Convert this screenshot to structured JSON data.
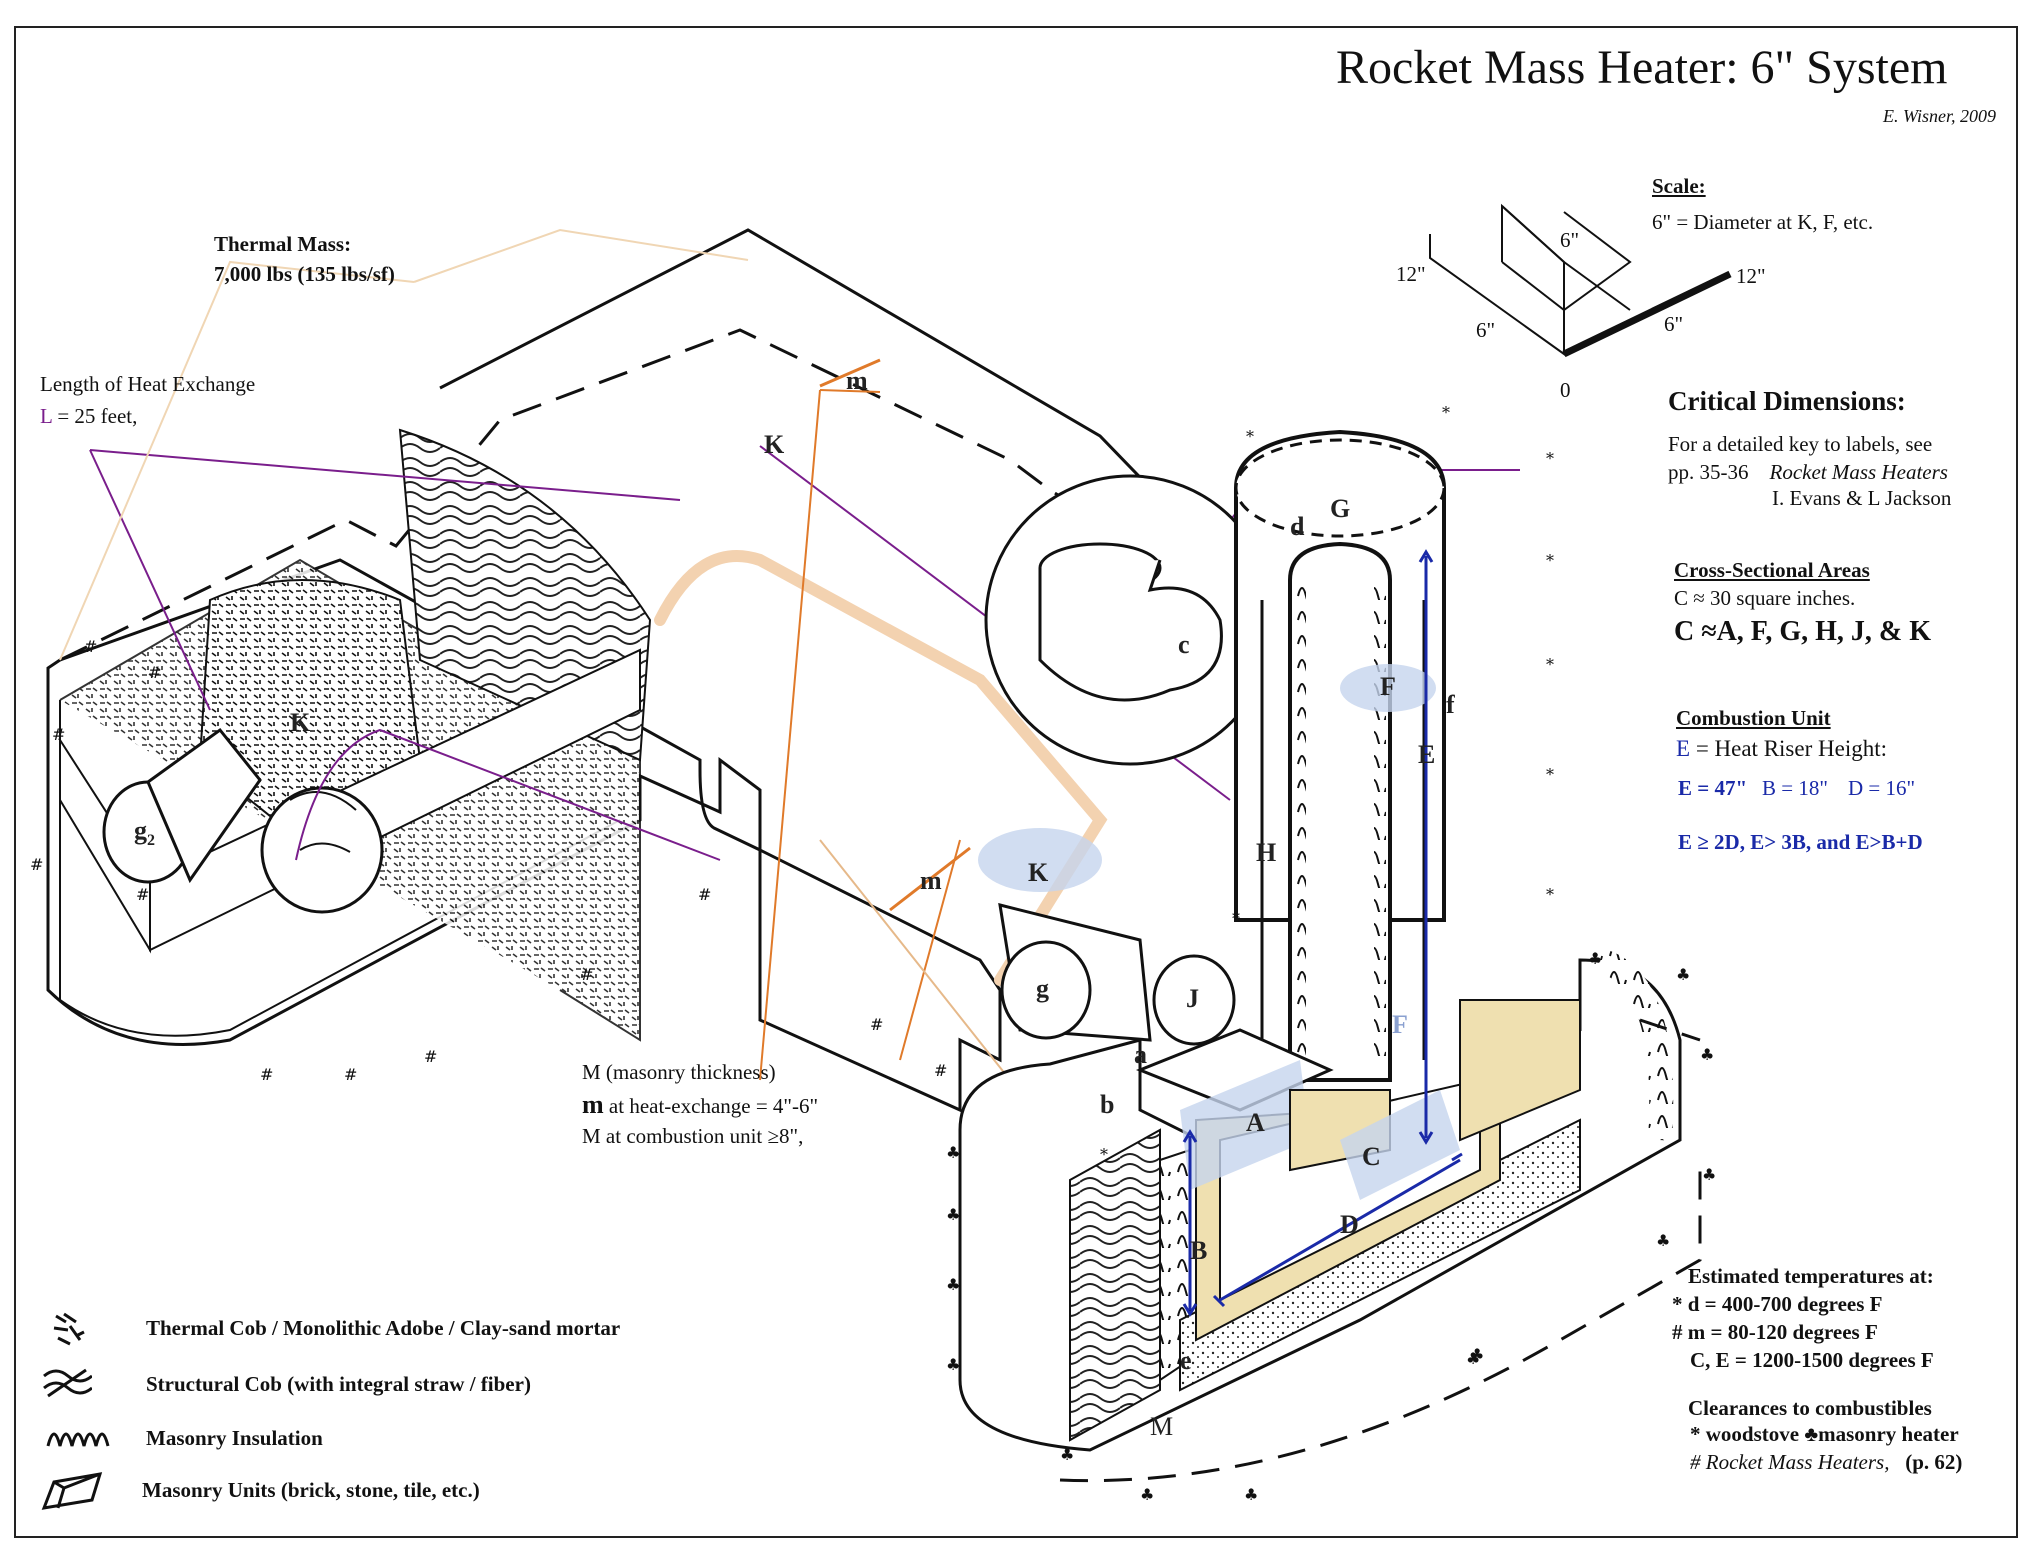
{
  "title": "Rocket Mass Heater: 6\" System",
  "author": "E. Wisner, 2009",
  "scale": {
    "heading": "Scale:",
    "note": "6\" = Diameter at K, F, etc.",
    "labels": [
      "6\"",
      "12\"",
      "6\"",
      "12\"",
      "6\"",
      "0"
    ]
  },
  "thermal_mass": {
    "heading": "Thermal Mass:",
    "value": "7,000 lbs (135 lbs/sf)"
  },
  "heat_exchange": {
    "heading": "Length of Heat Exchange",
    "L_label": "L",
    "value": "= 25 feet,"
  },
  "critical": {
    "heading": "Critical Dimensions:",
    "line1": "For a detailed key to labels, see",
    "line2_pages": "pp. 35-36",
    "line2_book": "Rocket Mass Heaters",
    "line3": "I. Evans & L Jackson"
  },
  "cross_section": {
    "heading": "Cross-Sectional Areas",
    "line1": "C ≈  30 square inches.",
    "line2": "C ≈A, F, G, H, J, & K"
  },
  "combustion": {
    "heading": "Combustion Unit",
    "riser_E": "E",
    "riser": "= Heat Riser Height:",
    "values_E": "E = 47\"",
    "values_B": "B = 18\"",
    "values_D": "D = 16\"",
    "rule": "E ≥ 2D, E> 3B, and E>B+D"
  },
  "masonry": {
    "line1": "M (masonry thickness)",
    "line2_m": "m",
    "line2": "at heat-exchange = 4\"-6\"",
    "line3": "M  at combustion unit ≥8\","
  },
  "temperatures": {
    "heading": "Estimated temperatures at:",
    "rows": [
      {
        "mark": "*",
        "text": "d = 400-700 degrees F"
      },
      {
        "mark": "#",
        "text": "m = 80-120 degrees F"
      },
      {
        "mark": "",
        "text": "C, E = 1200-1500 degrees F"
      }
    ]
  },
  "clearances": {
    "heading": "Clearances to combustibles",
    "line1": "* woodstove  ♣masonry heater",
    "line2_book": "# Rocket Mass Heaters,",
    "line2_page": "(p. 62)"
  },
  "legend": [
    {
      "icon": "thermal-cob-icon",
      "label": "Thermal Cob / Monolithic Adobe / Clay-sand mortar"
    },
    {
      "icon": "structural-cob-icon",
      "label": "Structural Cob (with integral straw / fiber)"
    },
    {
      "icon": "masonry-insulation-icon",
      "label": "Masonry Insulation"
    },
    {
      "icon": "masonry-units-icon",
      "label": "Masonry Units (brick, stone, tile, etc.)"
    }
  ],
  "labels": {
    "K1": "K",
    "K2": "K",
    "K3": "K",
    "g2": "g",
    "g2sub": "2",
    "g": "g",
    "J": "J",
    "c": "c",
    "d": "d",
    "G": "G",
    "F1": "F",
    "F2": "F",
    "f": "f",
    "H": "H",
    "E": "E",
    "A": "A",
    "B": "B",
    "C": "C",
    "D": "D",
    "a": "a",
    "b": "b",
    "e": "e",
    "M": "M",
    "m1": "m",
    "m2": "m"
  },
  "colors": {
    "accent_blue": "#1a2aa8",
    "purple": "#7a1e8c",
    "orange": "#e07a2a",
    "brick": "#efe0b0",
    "light_blue": "#c6d4ee"
  }
}
